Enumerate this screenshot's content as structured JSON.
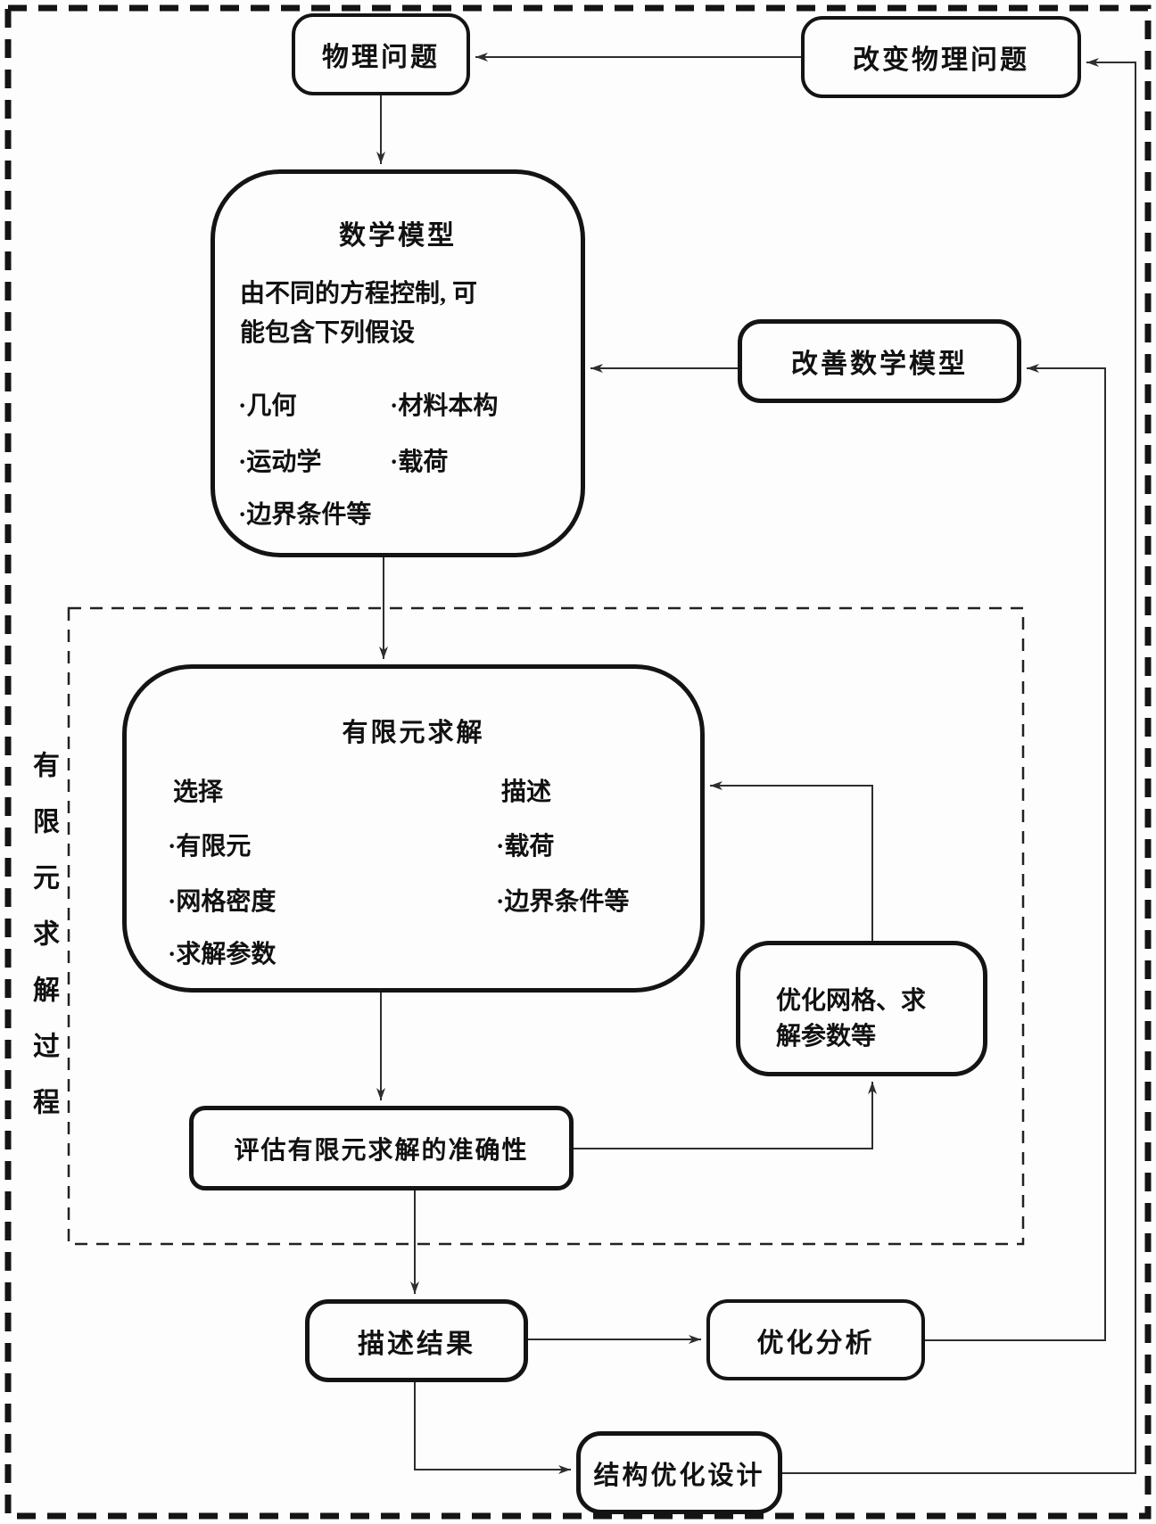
{
  "region_label": "有限元求解过程",
  "nodes": {
    "physical_problem": {
      "label": "物理问题"
    },
    "change_physical_problem": {
      "label": "改变物理问题"
    },
    "math_model": {
      "title": "数学模型",
      "description_lines": [
        "由不同的方程控制, 可",
        "能包含下列假设"
      ],
      "bullets_col1": [
        "·几何",
        "·运动学",
        "·边界条件等"
      ],
      "bullets_col2": [
        "·材料本构",
        "·载荷"
      ]
    },
    "improve_math_model": {
      "label": "改善数学模型"
    },
    "fe_solution": {
      "title": "有限元求解",
      "col1_header": "选择",
      "col1_bullets": [
        "·有限元",
        "·网格密度",
        "·求解参数"
      ],
      "col2_header": "描述",
      "col2_bullets": [
        "·载荷",
        "·边界条件等"
      ]
    },
    "optimize_mesh": {
      "label_lines": [
        "优化网格、求",
        "解参数等"
      ]
    },
    "evaluate_accuracy": {
      "label": "评估有限元求解的准确性"
    },
    "describe_results": {
      "label": "描述结果"
    },
    "optimization_analysis": {
      "label": "优化分析"
    },
    "structural_optimization": {
      "label": "结构优化设计"
    }
  },
  "colors": {
    "line": "#2e2e2e",
    "border": "#141414",
    "background": "#fdfdfd"
  }
}
